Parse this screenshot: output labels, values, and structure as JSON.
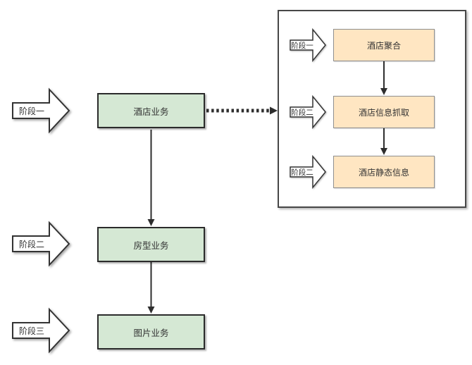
{
  "colors": {
    "background": "#ffffff",
    "text": "#333333",
    "connector": "#2e2e2e",
    "stage_arrow_fill": "#ffffff",
    "stage_arrow_border": "#333333",
    "green_node_fill": "#d5e8d4",
    "green_node_border": "#2b2b2b",
    "orange_node_fill": "#ffe6c2",
    "orange_node_border": "#8f8f8f",
    "panel_border": "#474747"
  },
  "left_stages": [
    "阶段一",
    "阶段二",
    "阶段三"
  ],
  "main_nodes": [
    "酒店业务",
    "房型业务",
    "图片业务"
  ],
  "panel": {
    "stages": [
      "阶段一",
      "阶段二",
      "阶段二"
    ],
    "nodes": [
      "酒店聚合",
      "酒店信息抓取",
      "酒店静态信息"
    ]
  }
}
